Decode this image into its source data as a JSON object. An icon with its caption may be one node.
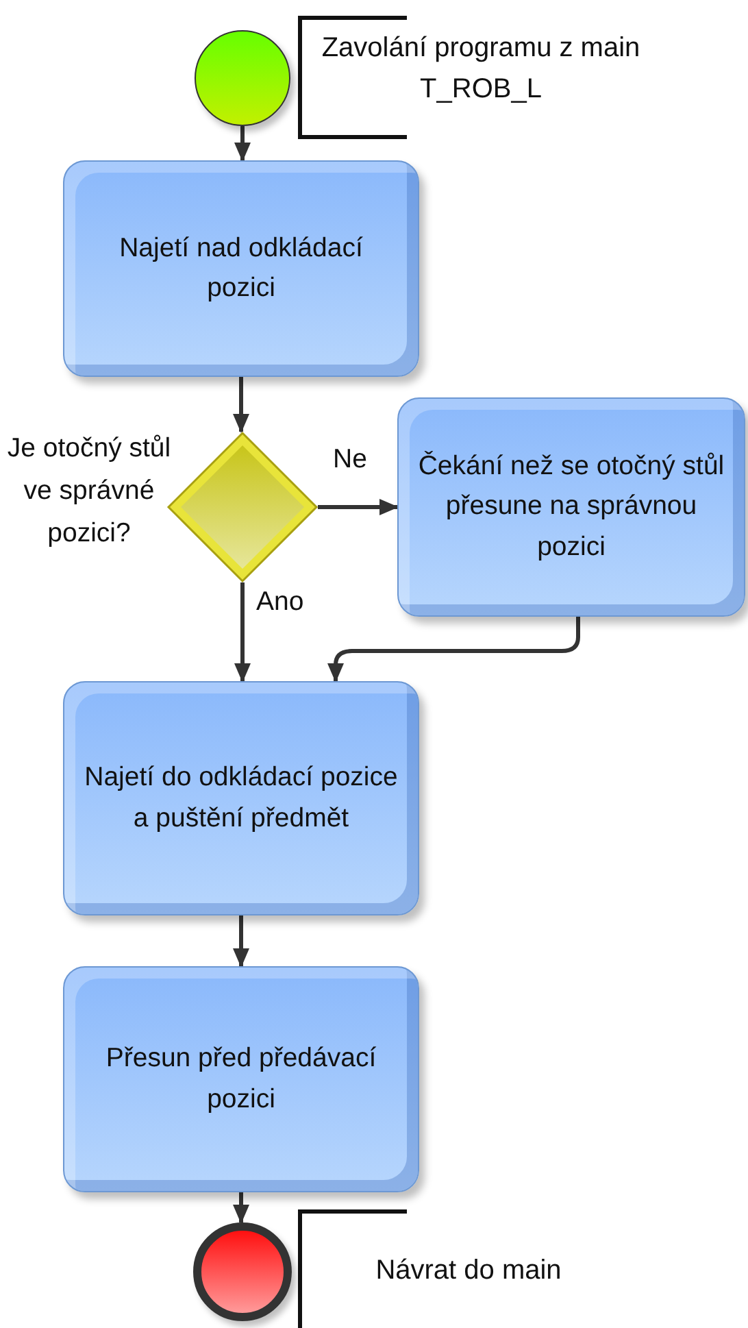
{
  "diagram": {
    "nodes": [
      {
        "text": [],
        "shape": "circle",
        "beside": [
          "Zavolání programu z main T_ROB_L"
        ]
      },
      {
        "text": [
          "Najetí nad odkládací pozici"
        ]
      },
      {
        "text": [
          "Je otočný stůl ve správné pozici?"
        ]
      },
      {
        "text": [
          "Čekání než se otočný stůl přesune na správnou pozici"
        ]
      },
      {
        "text": [
          "Najetí do odkládací pozice a puštění předmět"
        ]
      },
      {
        "text": [
          "Přesun před předávací pozici"
        ]
      },
      {
        "text": [],
        "shape": "circle",
        "beside": [
          "Návrat do main"
        ]
      }
    ],
    "edges": [
      {
        "from": 0,
        "to": 1,
        "arrow": "to"
      },
      {
        "from": 1,
        "to": 2,
        "arrow": "to"
      },
      {
        "from": 2,
        "to": 3,
        "arrow": "to",
        "label": "Ne"
      },
      {
        "from": 2,
        "to": 4,
        "arrow": "to",
        "label": "Ano"
      },
      {
        "from": 3,
        "to": 4,
        "arrow": "to"
      },
      {
        "from": 4,
        "to": 5,
        "arrow": "to"
      },
      {
        "from": 5,
        "to": 6,
        "arrow": "to"
      }
    ]
  }
}
